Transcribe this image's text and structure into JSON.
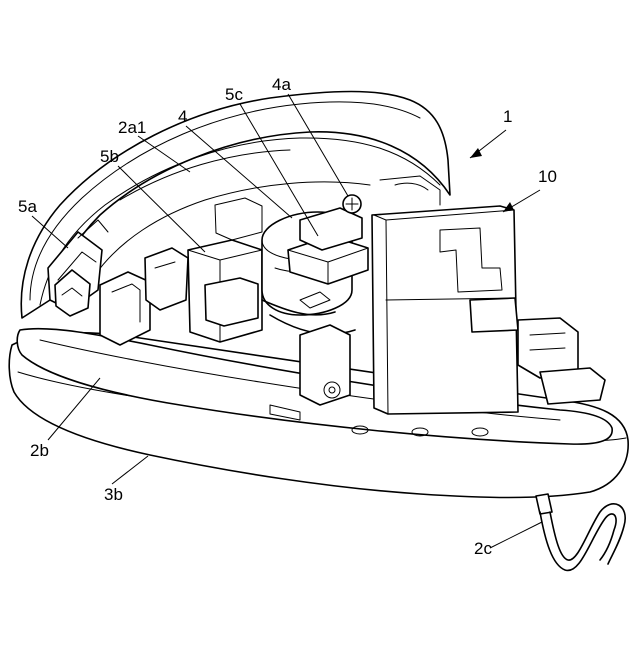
{
  "labels": {
    "l1": "1",
    "l10": "10",
    "l4a": "4a",
    "l5c": "5c",
    "l4": "4",
    "l2a1": "2a1",
    "l5b": "5b",
    "l5a": "5a",
    "l2b": "2b",
    "l3b": "3b",
    "l2c": "2c"
  }
}
